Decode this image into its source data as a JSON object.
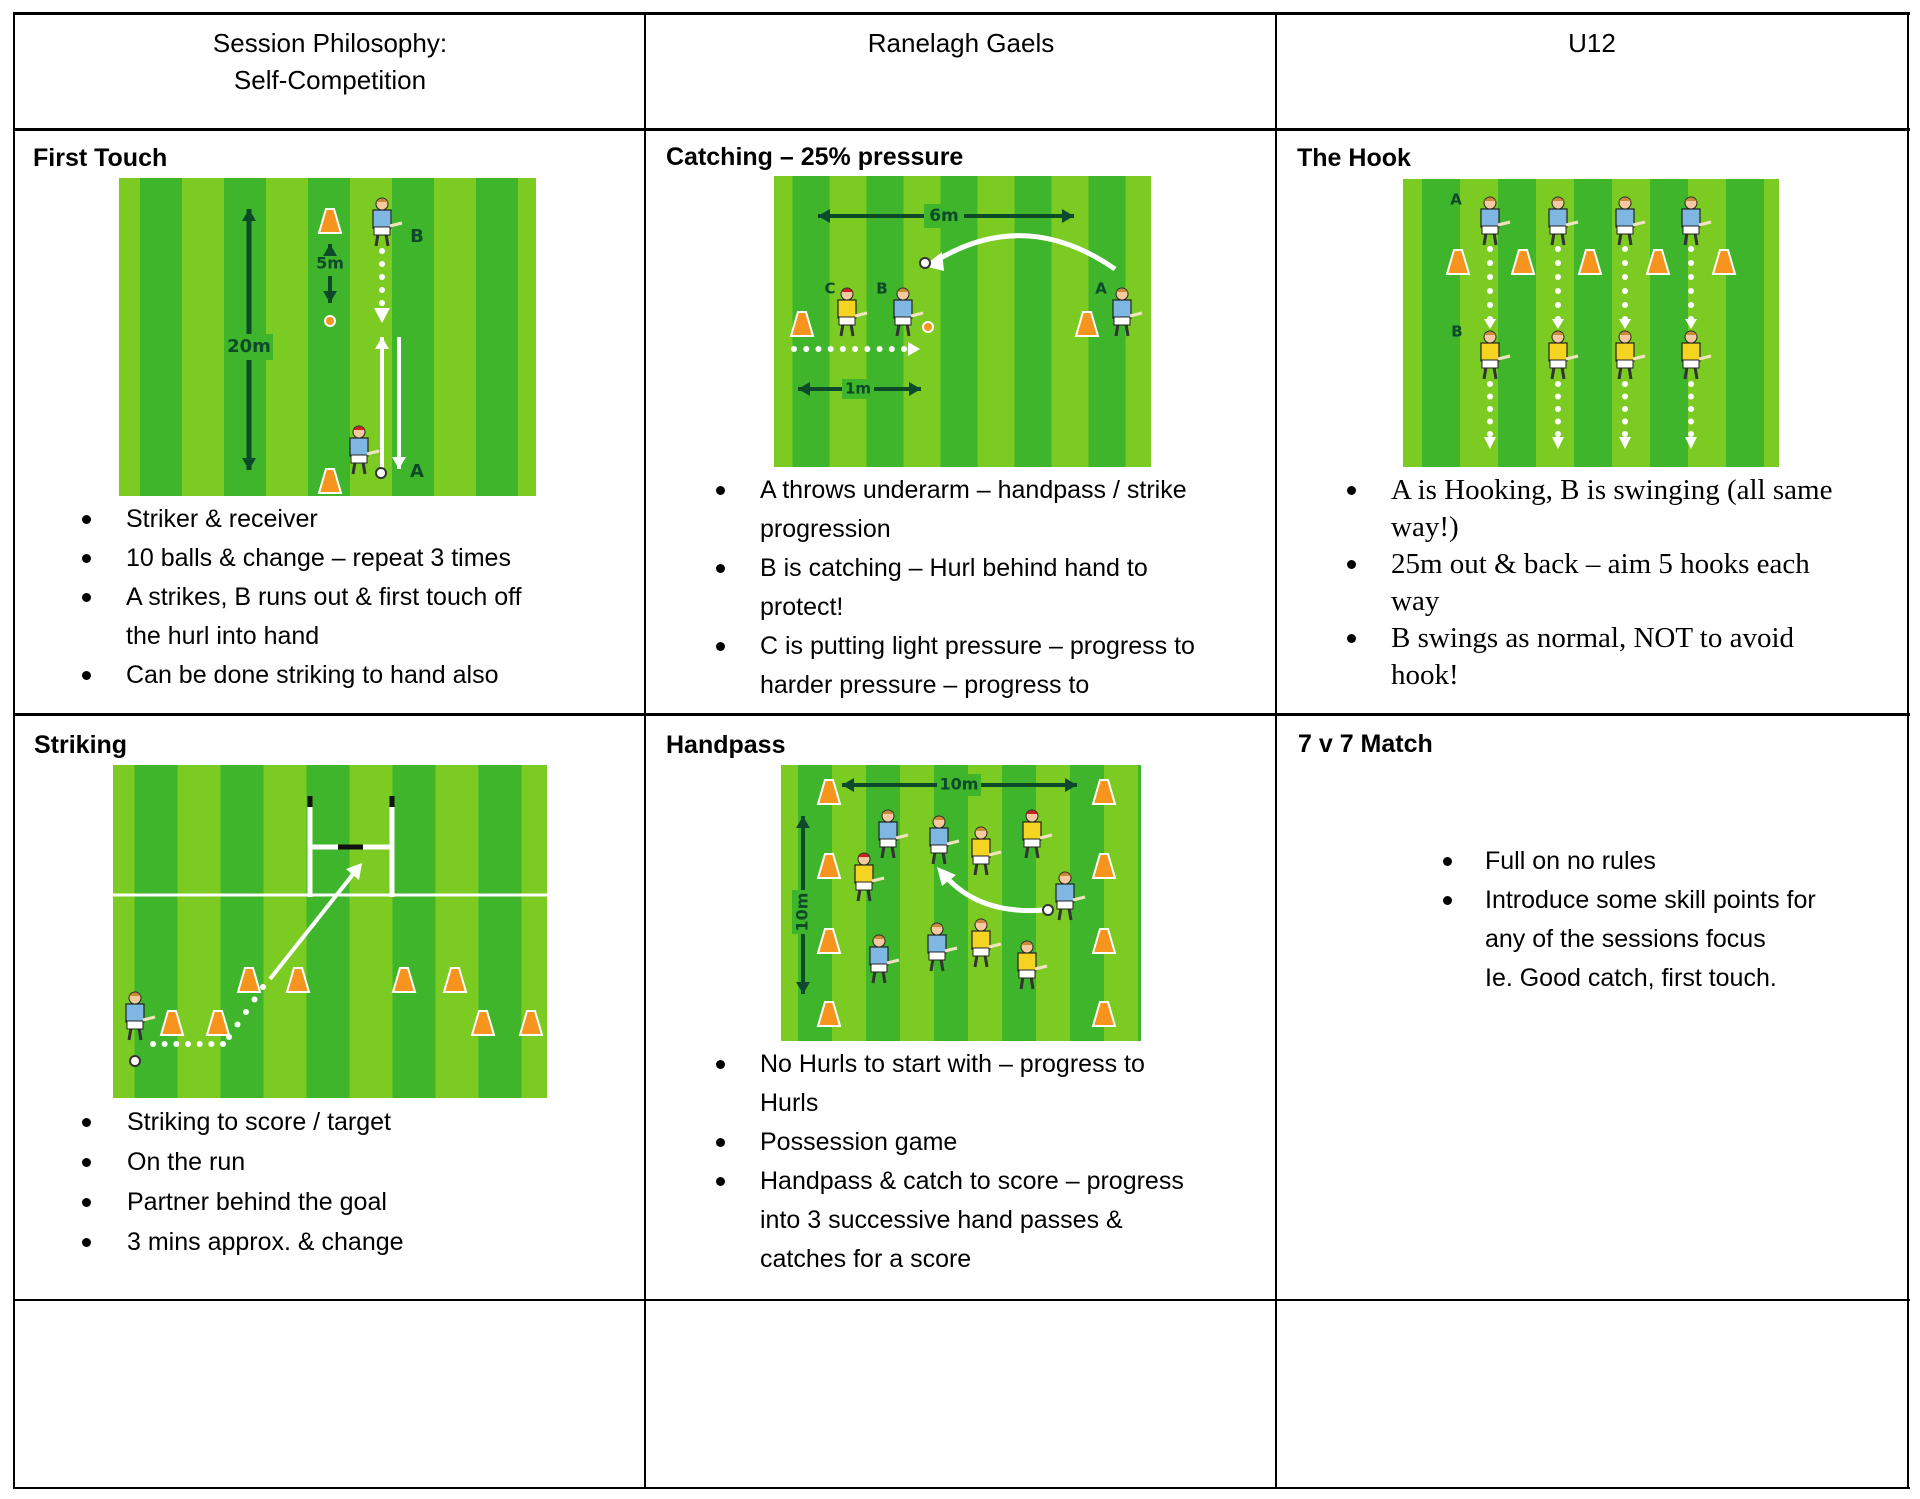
{
  "header": {
    "philosophy_line1": "Session Philosophy:",
    "philosophy_line2": "Self-Competition",
    "club": "Ranelagh Gaels",
    "age_group": "U12"
  },
  "sessions": [
    {
      "title": "First Touch",
      "labels": {
        "distance_long": "20m",
        "distance_short": "5m",
        "player_a": "A",
        "player_b": "B"
      },
      "bullets": [
        [
          "Striker & receiver"
        ],
        [
          "10 balls & change – repeat 3 times"
        ],
        [
          "A strikes, B runs out & first touch off",
          "the hurl into hand"
        ],
        [
          "Can be done striking to hand also"
        ]
      ]
    },
    {
      "title": "Catching – 25% pressure",
      "labels": {
        "distance_long": "6m",
        "distance_short": "1m",
        "player_a": "A",
        "player_b": "B",
        "player_c": "C"
      },
      "bullets": [
        [
          "A throws underarm – handpass / strike",
          "progression"
        ],
        [
          "B is catching – Hurl behind hand to",
          "protect!"
        ],
        [
          "C is putting light pressure – progress to",
          "harder pressure – progress to"
        ]
      ]
    },
    {
      "title": "The Hook",
      "labels": {
        "row_a": "A",
        "row_b": "B"
      },
      "bullets": [
        [
          "A is Hooking, B is swinging (all same",
          "way!)"
        ],
        [
          "25m out & back – aim 5 hooks each",
          "way"
        ],
        [
          "B swings as normal, NOT to avoid",
          "hook!"
        ]
      ]
    },
    {
      "title": "Striking",
      "labels": {},
      "bullets": [
        [
          "Striking to score / target"
        ],
        [
          "On the run"
        ],
        [
          "Partner behind the goal"
        ],
        [
          "3 mins approx. & change"
        ]
      ]
    },
    {
      "title": "Handpass",
      "labels": {
        "distance_width": "10m",
        "distance_height": "10m"
      },
      "bullets": [
        [
          "No Hurls to start with – progress to",
          "Hurls"
        ],
        [
          "Possession game"
        ],
        [
          "Handpass & catch to score – progress",
          "into 3 successive hand passes &",
          "catches for a score"
        ]
      ]
    },
    {
      "title": "7 v 7 Match",
      "labels": {},
      "bullets": [
        [
          "Full on no rules"
        ],
        [
          "Introduce some skill points for",
          "any of the sessions focus",
          "Ie. Good catch, first touch."
        ]
      ]
    }
  ],
  "colors": {
    "pitch_light": "#7ccb22",
    "pitch_dark": "#3fb52c",
    "cone": "#f7941d",
    "shirt_blue": "#7fb7e3",
    "shirt_yellow": "#f4d321",
    "label_dark": "#0d4a2a"
  }
}
